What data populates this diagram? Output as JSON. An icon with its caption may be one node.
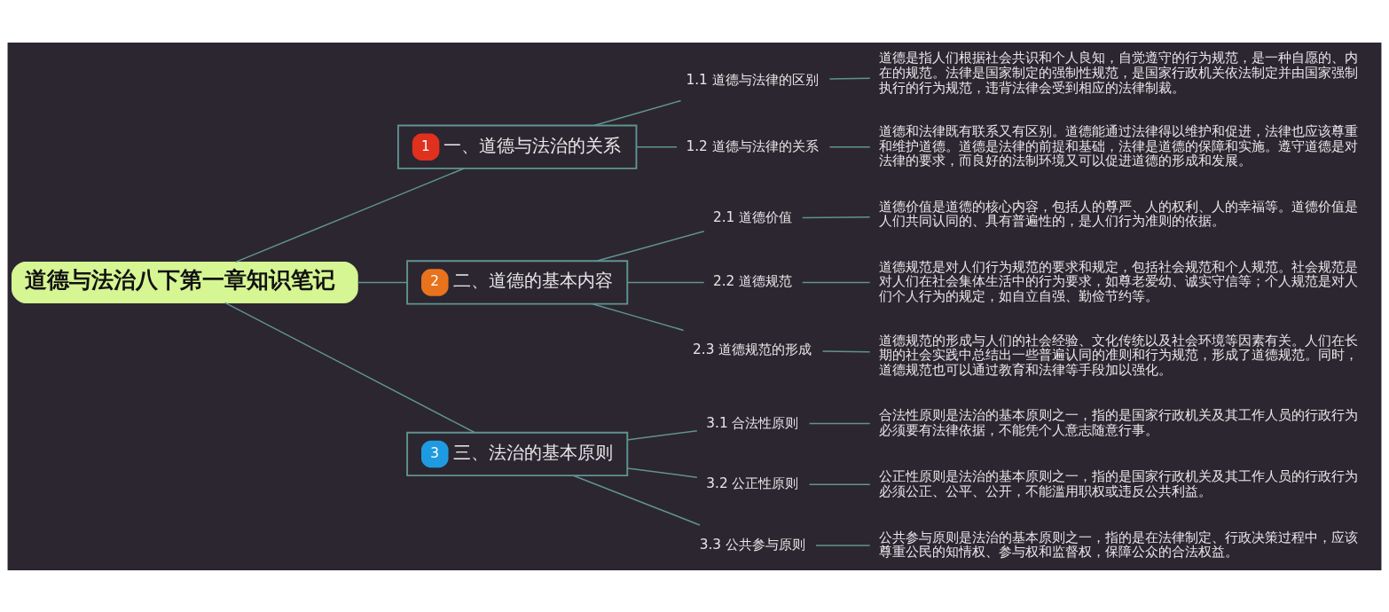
{
  "diagram": {
    "nodes": [
      {
        "text": [
          "道德与法治八下第一章知识笔记"
        ]
      },
      {
        "text": [
          "1",
          "一、道德与法治的关系"
        ]
      },
      {
        "text": [
          "1.1 道德与法律的区别"
        ]
      },
      {
        "text": [
          "道德是指人们根据社会共识和个人良知，自觉遵守的行为规范，是一种自愿的、内在的规范。法律是国家制定的强制性规范，是国家行政机关依法制定并由国家强制执行的行为规范，违背法律会受到相应的法律制裁。"
        ]
      },
      {
        "text": [
          "1.2 道德与法律的关系"
        ]
      },
      {
        "text": [
          "道德和法律既有联系又有区别。道德能通过法律得以维护和促进，法律也应该尊重和维护道德。道德是法律的前提和基础，法律是道德的保障和实施。遵守道德是对法律的要求，而良好的法制环境又可以促进道德的形成和发展。"
        ]
      },
      {
        "text": [
          "2",
          "二、道德的基本内容"
        ]
      },
      {
        "text": [
          "2.1 道德价值"
        ]
      },
      {
        "text": [
          "道德价值是道德的核心内容，包括人的尊严、人的权利、人的幸福等。道德价值是人们共同认同的、具有普遍性的，是人们行为准则的依据。"
        ]
      },
      {
        "text": [
          "2.2 道德规范"
        ]
      },
      {
        "text": [
          "道德规范是对人们行为规范的要求和规定，包括社会规范和个人规范。社会规范是对人们在社会集体生活中的行为要求，如尊老爱幼、诚实守信等；个人规范是对人们个人行为的规定，如自立自强、勤俭节约等。"
        ]
      },
      {
        "text": [
          "2.3 道德规范的形成"
        ]
      },
      {
        "text": [
          "道德规范的形成与人们的社会经验、文化传统以及社会环境等因素有关。人们在长期的社会实践中总结出一些普遍认同的准则和行为规范，形成了道德规范。同时，道德规范也可以通过教育和法律等手段加以强化。"
        ]
      },
      {
        "text": [
          "3",
          "三、法治的基本原则"
        ]
      },
      {
        "text": [
          "3.1 合法性原则"
        ]
      },
      {
        "text": [
          "合法性原则是法治的基本原则之一，指的是国家行政机关及其工作人员的行政行为必须要有法律依据，不能凭个人意志随意行事。"
        ]
      },
      {
        "text": [
          "3.2 公正性原则"
        ]
      },
      {
        "text": [
          "公正性原则是法治的基本原则之一，指的是国家行政机关及其工作人员的行政行为必须公正、公平、公开，不能滥用职权或违反公共利益。"
        ]
      },
      {
        "text": [
          "3.3 公共参与原则"
        ]
      },
      {
        "text": [
          "公共参与原则是法治的基本原则之一，指的是在法律制定、行政决策过程中，应该尊重公民的知情权、参与权和监督权，保障公众的合法权益。"
        ]
      }
    ],
    "edges": [
      {
        "from": 0,
        "to": 1,
        "arrow": "none"
      },
      {
        "from": 0,
        "to": 6,
        "arrow": "none"
      },
      {
        "from": 0,
        "to": 13,
        "arrow": "none"
      },
      {
        "from": 1,
        "to": 2,
        "arrow": "none"
      },
      {
        "from": 1,
        "to": 4,
        "arrow": "none"
      },
      {
        "from": 2,
        "to": 3,
        "arrow": "none"
      },
      {
        "from": 4,
        "to": 5,
        "arrow": "none"
      },
      {
        "from": 6,
        "to": 7,
        "arrow": "none"
      },
      {
        "from": 6,
        "to": 9,
        "arrow": "none"
      },
      {
        "from": 6,
        "to": 11,
        "arrow": "none"
      },
      {
        "from": 7,
        "to": 8,
        "arrow": "none"
      },
      {
        "from": 9,
        "to": 10,
        "arrow": "none"
      },
      {
        "from": 11,
        "to": 12,
        "arrow": "none"
      },
      {
        "from": 13,
        "to": 14,
        "arrow": "none"
      },
      {
        "from": 13,
        "to": 16,
        "arrow": "none"
      },
      {
        "from": 13,
        "to": 18,
        "arrow": "none"
      },
      {
        "from": 14,
        "to": 15,
        "arrow": "none"
      },
      {
        "from": 16,
        "to": 17,
        "arrow": "none"
      },
      {
        "from": 18,
        "to": 19,
        "arrow": "none"
      }
    ]
  }
}
